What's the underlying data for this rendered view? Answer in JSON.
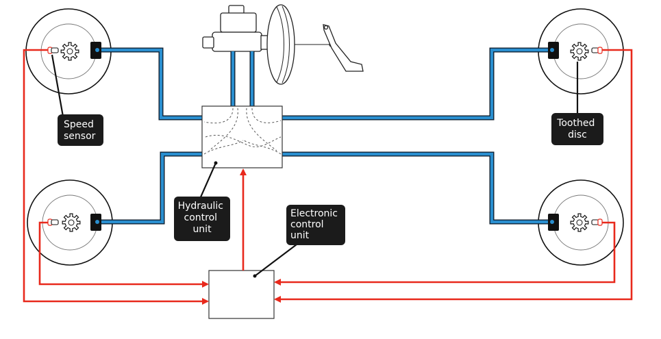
{
  "labels": {
    "speed_sensor": [
      "Speed",
      "sensor"
    ],
    "toothed_disc": [
      "Toothed",
      "disc"
    ],
    "hydraulic_control_unit": [
      "Hydraulic",
      "control",
      "unit"
    ],
    "electronic_control_unit": [
      "Electronic",
      "control",
      "unit"
    ]
  },
  "colors": {
    "hydraulic_line": "#2a8fd0",
    "signal_line": "#e8291c",
    "label_background": "#1b1b1b",
    "label_text": "#ffffff"
  }
}
